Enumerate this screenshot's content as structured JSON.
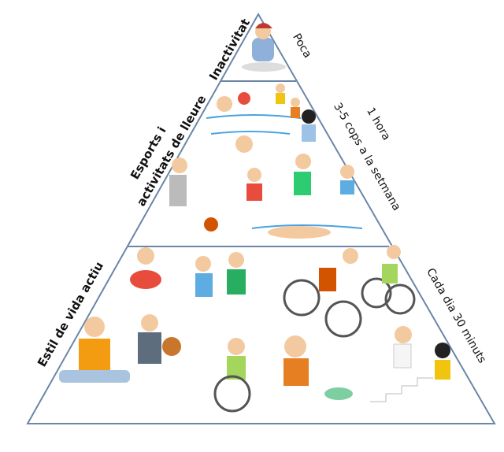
{
  "levels": [
    {
      "name": "Inactivitat",
      "frequency": "Poca"
    },
    {
      "name_line1": "Esports i",
      "name_line2": "activitats de lleure",
      "frequency_line1": "1 hora",
      "frequency_line2": "3-5 cops a la setmana"
    },
    {
      "name": "Estil de vida actiu",
      "frequency": "Cada dia 30 minuts"
    }
  ],
  "colors": {
    "outline": "#6b86a8"
  }
}
